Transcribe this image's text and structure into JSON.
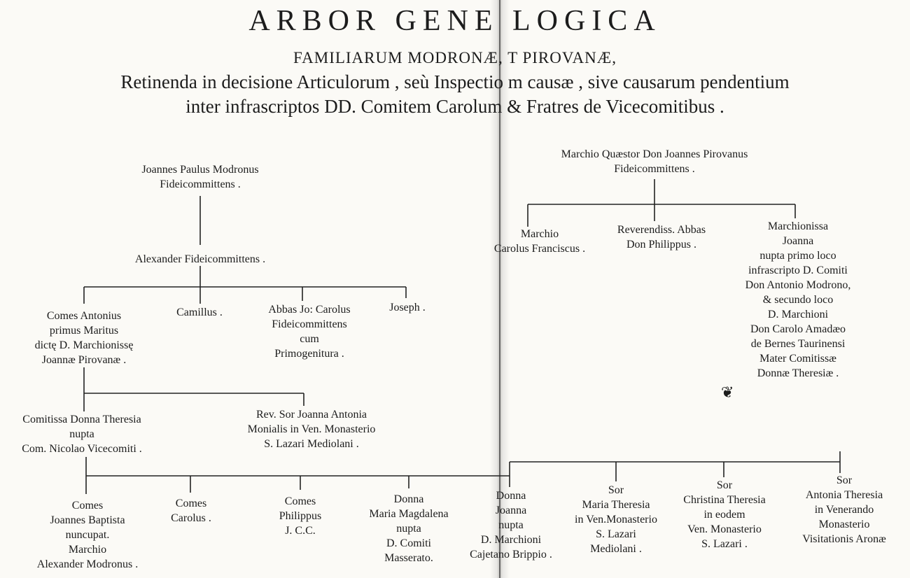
{
  "header": {
    "title": "ARBOR GENE LOGICA",
    "subtitle": "FAMILIARUM MODRONÆ, T PIROVANÆ,",
    "line1": "Retinenda in decisione Articulorum , seù Inspectio m causæ , sive causarum pendentium",
    "line2": "inter infrascriptos DD. Comitem Carolum & Fratres de Vicecomitibus ."
  },
  "left_tree": {
    "root": [
      "Joannes Paulus Modronus",
      "Fideicommittens ."
    ],
    "alexander": [
      "Alexander Fideicommittens ."
    ],
    "children": [
      [
        "Comes Antonius",
        "primus Maritus",
        "dictę D. Marchionissę",
        "Joannæ Pirovanæ ."
      ],
      [
        "Camillus ."
      ],
      [
        "Abbas Jo: Carolus",
        "Fideicommittens",
        "cum",
        "Primogenitura ."
      ],
      [
        "Joseph ."
      ]
    ],
    "grandchildren": [
      [
        "Comitissa Donna Theresia",
        "nupta",
        "Com. Nicolao Vicecomiti ."
      ],
      [
        "Rev. Sor Joanna Antonia",
        "Monialis in Ven. Monasterio",
        "S. Lazari Mediolani ."
      ]
    ]
  },
  "right_tree": {
    "root": [
      "Marchio Quæstor Don Joannes Pirovanus",
      "Fideicommittens ."
    ],
    "children": [
      [
        "Marchio",
        "Carolus Franciscus ."
      ],
      [
        "Reverendiss. Abbas",
        "Don Philippus ."
      ],
      [
        "Marchionissa",
        "Joanna",
        "nupta primo loco",
        "infrascripto D. Comiti",
        "Don Antonio Modrono,",
        "& secundo loco",
        "D. Marchioni",
        "Don Carolo Amadæo",
        "de Bernes Taurinensi",
        "Mater Comitissæ",
        "Donnæ Theresiæ ."
      ]
    ]
  },
  "bottom_row": [
    [
      "Comes",
      "Joannes Baptista",
      "nuncupat.",
      "Marchio",
      "Alexander Modronus ."
    ],
    [
      "Comes",
      "Carolus ."
    ],
    [
      "Comes",
      "Philippus",
      "J. C.C."
    ],
    [
      "Donna",
      "Maria Magdalena",
      "nupta",
      "D. Comiti",
      "Masserato."
    ],
    [
      "Donna",
      "Joanna",
      "nupta",
      "D. Marchioni",
      "Cajetano Brippio ."
    ],
    [
      "Sor",
      "Maria Theresia",
      "in Ven.Monasterio",
      "S. Lazari",
      "Mediolani ."
    ],
    [
      "Sor",
      "Christina Theresia",
      "in eodem",
      "Ven. Monasterio",
      "S. Lazari ."
    ],
    [
      "Sor",
      "Antonia Theresia",
      "in Venerando",
      "Monasterio",
      "Visitationis Aronæ"
    ]
  ],
  "colors": {
    "paper": "#fbfaf6",
    "ink": "#1c1c1c"
  }
}
